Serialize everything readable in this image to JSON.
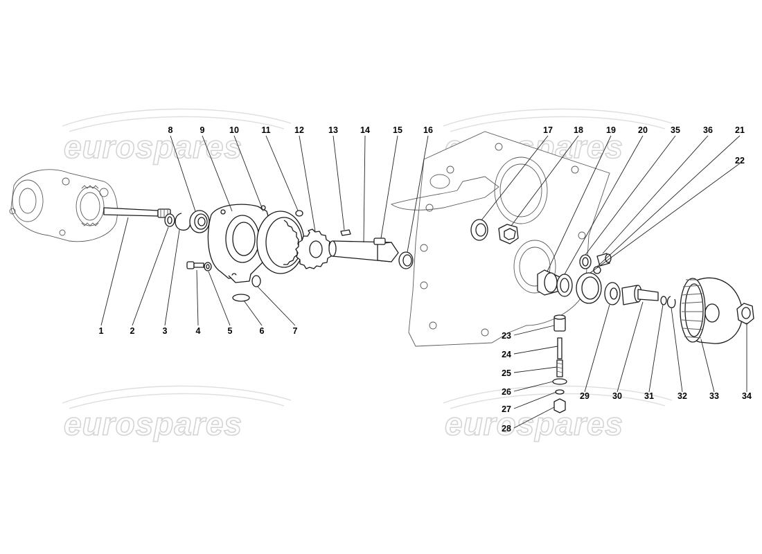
{
  "watermarks": [
    {
      "text": "eurospares"
    },
    {
      "text": "eurospares"
    },
    {
      "text": "eurospares"
    },
    {
      "text": "eurospares"
    }
  ],
  "callouts": [
    {
      "id": "1",
      "label": "1"
    },
    {
      "id": "2",
      "label": "2"
    },
    {
      "id": "3",
      "label": "3"
    },
    {
      "id": "4",
      "label": "4"
    },
    {
      "id": "5",
      "label": "5"
    },
    {
      "id": "6",
      "label": "6"
    },
    {
      "id": "7",
      "label": "7"
    },
    {
      "id": "8",
      "label": "8"
    },
    {
      "id": "9",
      "label": "9"
    },
    {
      "id": "10",
      "label": "10"
    },
    {
      "id": "11",
      "label": "11"
    },
    {
      "id": "12",
      "label": "12"
    },
    {
      "id": "13",
      "label": "13"
    },
    {
      "id": "14",
      "label": "14"
    },
    {
      "id": "15",
      "label": "15"
    },
    {
      "id": "16",
      "label": "16"
    },
    {
      "id": "17",
      "label": "17"
    },
    {
      "id": "18",
      "label": "18"
    },
    {
      "id": "19",
      "label": "19"
    },
    {
      "id": "20",
      "label": "20"
    },
    {
      "id": "35",
      "label": "35"
    },
    {
      "id": "36",
      "label": "36"
    },
    {
      "id": "21",
      "label": "21"
    },
    {
      "id": "22",
      "label": "22"
    },
    {
      "id": "23",
      "label": "23"
    },
    {
      "id": "24",
      "label": "24"
    },
    {
      "id": "25",
      "label": "25"
    },
    {
      "id": "26",
      "label": "26"
    },
    {
      "id": "27",
      "label": "27"
    },
    {
      "id": "28",
      "label": "28"
    },
    {
      "id": "29",
      "label": "29"
    },
    {
      "id": "30",
      "label": "30"
    },
    {
      "id": "31",
      "label": "31"
    },
    {
      "id": "32",
      "label": "32"
    },
    {
      "id": "33",
      "label": "33"
    },
    {
      "id": "34",
      "label": "34"
    }
  ]
}
